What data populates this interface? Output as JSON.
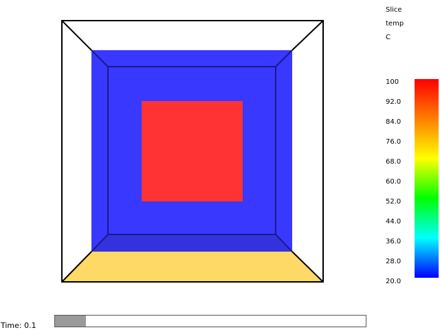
{
  "legend": {
    "title_lines": [
      "Slice",
      "temp",
      "C"
    ],
    "tick_labels": [
      "100",
      "92.0",
      "84.0",
      "76.0",
      "68.0",
      "60.0",
      "52.0",
      "44.0",
      "36.0",
      "28.0",
      "20.0"
    ],
    "gradient_colors": [
      "#ff0000",
      "#ff7f00",
      "#ffff00",
      "#00ff00",
      "#00ffff",
      "#0000ff"
    ]
  },
  "scene": {
    "slice_colors": {
      "cold_wall": "#3333ff",
      "hot_center": "#ff3333",
      "floor": "#ffd966",
      "edge": "#000000"
    }
  },
  "timebar": {
    "label": "Time: 0.1",
    "progress_fraction": 0.1
  }
}
